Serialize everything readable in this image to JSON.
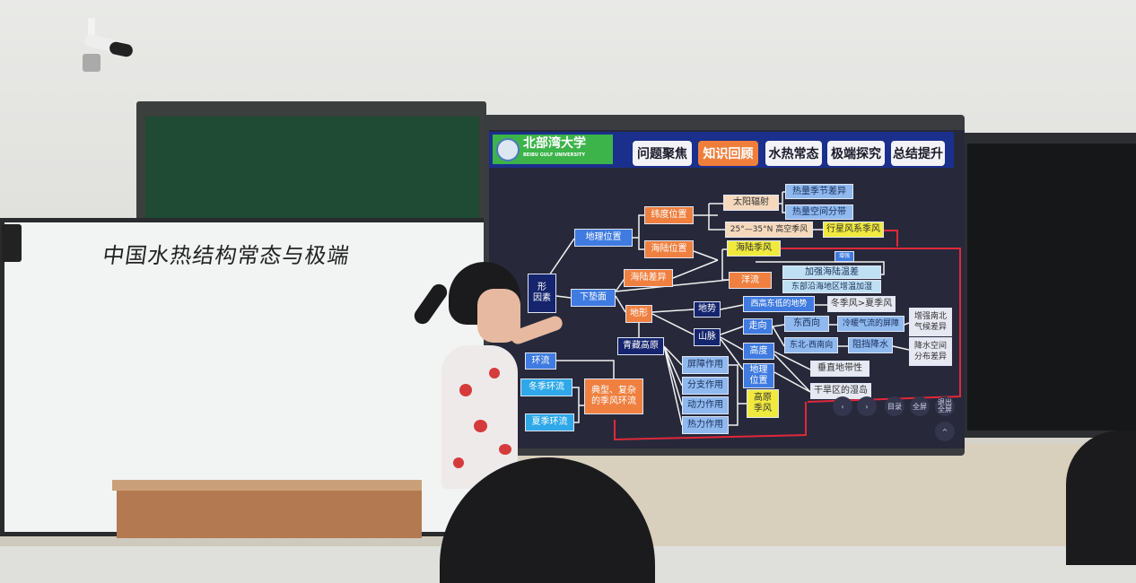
{
  "whiteboard": {
    "handwriting": "中国水热结构常态与极端"
  },
  "slide": {
    "logo": {
      "text": "北部湾大学",
      "subtext": "BEIBU GULF UNIVERSITY"
    },
    "tabs": [
      {
        "label": "问题聚焦"
      },
      {
        "label": "知识回顾",
        "active": true
      },
      {
        "label": "水热常态"
      },
      {
        "label": "极端探究"
      },
      {
        "label": "总结提升"
      }
    ],
    "nodes": {
      "dilweizhi": "地理位置",
      "weidu": "纬度位置",
      "hailu": "海陆位置",
      "taiyang": "太阳辐射",
      "jijie": "热量季节差异",
      "kongjian": "热量空间分带",
      "gaokong": "25°—35°N 高空季风",
      "xingxing": "行星风系季风",
      "hailujifeng": "海陆季风",
      "hailuchayi": "海陆差异",
      "yangliu": "洋流",
      "zengqiang": "增强",
      "wencha": "加强海陆温差",
      "zengwen": "东部沿海地区增温加湿",
      "xiadianmian": "下垫面",
      "yinsu": "形\n因素",
      "dixing": "地形",
      "dishi": "地势",
      "xigao": "西高东低的地势",
      "dongji": "冬季风>夏季风",
      "shanmai": "山脉",
      "zouxiang": "走向",
      "dongxi": "东西向",
      "pingzhang": "冷暖气流的屏障",
      "nanbei": "增强南北\n气候差异",
      "dongbei": "东北-西南向",
      "zudang": "阻挡降水",
      "jiangshui": "降水空间\n分布差异",
      "gaodu": "高度",
      "chuizhi": "垂直地带性",
      "dilibox": "地理\n位置",
      "shidao": "干旱区的湿岛",
      "gaoyuanjifeng": "高原\n季风",
      "qingzang": "青藏高原",
      "pz": "屏障作用",
      "fz": "分支作用",
      "dl": "动力作用",
      "rl": "热力作用",
      "huanliu": "环流",
      "dongjihl": "冬季环流",
      "xiajihl": "夏季环流",
      "dianxing": "典型、复杂\n的季风环流"
    },
    "controls": {
      "prev": "‹",
      "next": "›",
      "menu": "目录",
      "fullscreen": "全屏",
      "exit": "退出\n全屏",
      "up": "^"
    }
  },
  "colors": {
    "tab_active": "#f07e3b",
    "topbar": "#1b2f8c",
    "logo_bg": "#3cb44a",
    "red_line": "#e0283a"
  }
}
